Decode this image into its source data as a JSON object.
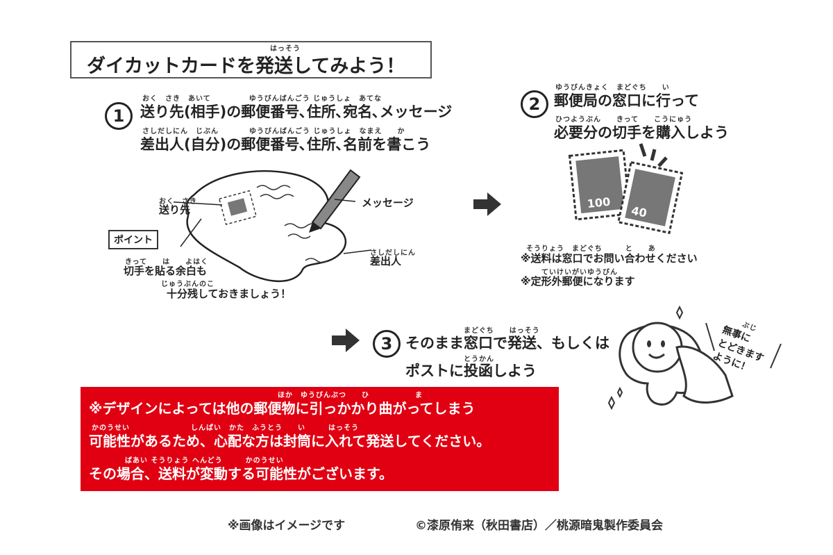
{
  "title": {
    "text": "ダイカットカードを発送してみよう！",
    "ruby": "はっそう"
  },
  "step1": {
    "number": "1",
    "ruby1": "おく　さき　あいて　　　　　ゆうびんばんごう じゅうしょ　あてな",
    "line1": "送り先(相手)の郵便番号､住所､宛名､メッセージ",
    "ruby2": "さしだしにん　じぶん　　　　ゆうびんばんごう じゅうしょ　なまえ　　か",
    "line2": "差出人(自分)の郵便番号､住所､名前を書こう"
  },
  "illustration1": {
    "okurisaki_ruby": "おく　さき",
    "okurisaki": "送り先",
    "message": "メッセージ",
    "sashidashinin_ruby": "さしだしにん",
    "sashidashinin": "差出人",
    "point_label": "ポイント",
    "point_ruby1": "きって　　は　　よはく",
    "point_line1": "切手を貼る余白も",
    "point_ruby2": "じゅうぶんのこ",
    "point_line2": "十分残しておきましょう！"
  },
  "step2": {
    "number": "2",
    "ruby1": "ゆうびんきょく　まどぐち　　い",
    "line1": "郵便局の窓口に行って",
    "ruby2": "ひつようぶん　　きって　　こうにゅう",
    "line2": "必要分の切手を購入しよう",
    "stamp1_value": "100",
    "stamp2_value": "40",
    "note_ruby1": "そうりょう　まどぐち　　　と　　あ",
    "note1": "※送料は窓口でお問い合わせください",
    "note_ruby2": "ていけいがいゆうびん",
    "note2": "※定形外郵便になります"
  },
  "step3": {
    "number": "3",
    "ruby1": "まどぐち　　はっそう",
    "line1": "そのまま窓口で発送、もしくは",
    "ruby2": "とうかん",
    "line2": "ポストに投函しよう"
  },
  "character": {
    "speech_ruby": "ぶじ",
    "speech_lines": [
      "無事に",
      "とどきます",
      "ように！"
    ]
  },
  "warning": {
    "ruby1": "ほか　ゆうびんぶつ　　ひ　　　　　　ま",
    "line1": "※デザインによっては他の郵便物に引っかかり曲がってしまう",
    "ruby2": "かのうせい　　　　　　　　しんぱい　かた　ふうとう　　い　　　はっそう",
    "line2": "可能性があるため、心配な方は封筒に入れて発送してください。",
    "ruby3": "ばあい そうりょう へんどう　　　かのうせい",
    "line3": "その場合、送料が変動する可能性がございます。",
    "bg_color": "#e00012"
  },
  "credit": {
    "note": "※画像はイメージです",
    "copyright": "©漆原侑来（秋田書店）／桃源暗鬼製作委員会"
  }
}
